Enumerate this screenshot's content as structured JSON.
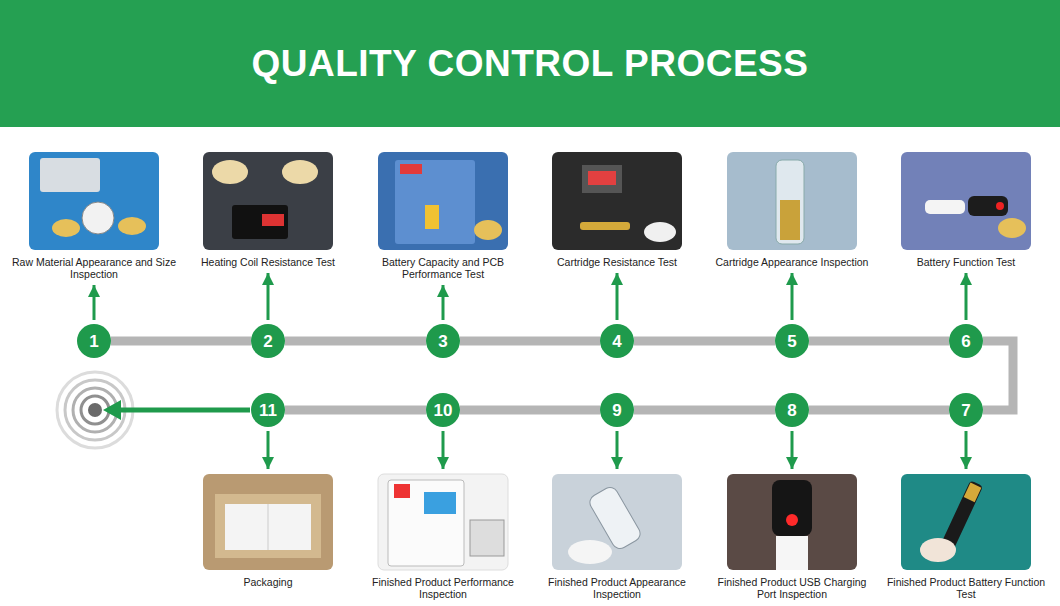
{
  "diagram": {
    "title": "QUALITY CONTROL PROCESS",
    "nodes": [
      {
        "text": [
          "1"
        ]
      },
      {
        "text": [
          "Raw Material Appearance and Size Inspection"
        ]
      },
      {
        "text": [
          "2"
        ]
      },
      {
        "text": [
          "Heating Coil Resistance Test"
        ]
      },
      {
        "text": [
          "3"
        ]
      },
      {
        "text": [
          "Battery Capacity and PCB Performance Test"
        ]
      },
      {
        "text": [
          "4"
        ]
      },
      {
        "text": [
          "Cartridge Resistance Test"
        ]
      },
      {
        "text": [
          "5"
        ]
      },
      {
        "text": [
          "Cartridge Appearance Inspection"
        ]
      },
      {
        "text": [
          "6"
        ]
      },
      {
        "text": [
          "Battery Function Test"
        ]
      },
      {
        "text": [
          "7"
        ]
      },
      {
        "text": [
          "Finished Product Battery Function Test"
        ]
      },
      {
        "text": [
          "8"
        ]
      },
      {
        "text": [
          "Finished Product USB Charging Port Inspection"
        ]
      },
      {
        "text": [
          "9"
        ]
      },
      {
        "text": [
          "Finished Product Appearance Inspection"
        ]
      },
      {
        "text": [
          "10"
        ]
      },
      {
        "text": [
          "Finished Product Performance Inspection"
        ]
      },
      {
        "text": [
          "11"
        ]
      },
      {
        "text": [
          "Packaging"
        ]
      }
    ],
    "edges": [
      {
        "from": 0,
        "to": 1,
        "arrow": "to"
      },
      {
        "from": 0,
        "to": 2,
        "arrow": "none"
      },
      {
        "from": 2,
        "to": 3,
        "arrow": "to"
      },
      {
        "from": 2,
        "to": 4,
        "arrow": "none"
      },
      {
        "from": 4,
        "to": 5,
        "arrow": "to"
      },
      {
        "from": 4,
        "to": 6,
        "arrow": "none"
      },
      {
        "from": 6,
        "to": 7,
        "arrow": "to"
      },
      {
        "from": 6,
        "to": 8,
        "arrow": "none"
      },
      {
        "from": 8,
        "to": 9,
        "arrow": "to"
      },
      {
        "from": 8,
        "to": 10,
        "arrow": "none"
      },
      {
        "from": 10,
        "to": 11,
        "arrow": "to"
      },
      {
        "from": 10,
        "to": 12,
        "arrow": "none"
      },
      {
        "from": 12,
        "to": 13,
        "arrow": "to"
      },
      {
        "from": 12,
        "to": 14,
        "arrow": "none"
      },
      {
        "from": 14,
        "to": 15,
        "arrow": "to"
      },
      {
        "from": 14,
        "to": 16,
        "arrow": "none"
      },
      {
        "from": 16,
        "to": 17,
        "arrow": "to"
      },
      {
        "from": 16,
        "to": 18,
        "arrow": "none"
      },
      {
        "from": 18,
        "to": 19,
        "arrow": "to"
      },
      {
        "from": 18,
        "to": 20,
        "arrow": "none"
      },
      {
        "from": 20,
        "to": 21,
        "arrow": "to"
      }
    ]
  }
}
